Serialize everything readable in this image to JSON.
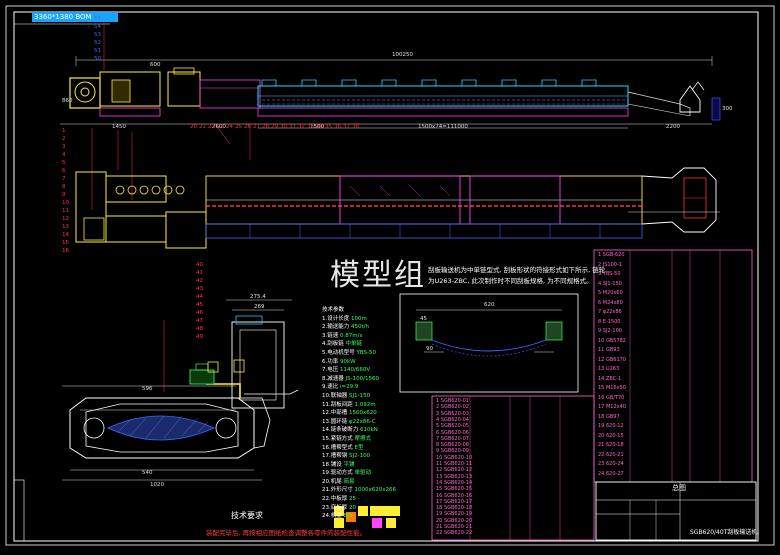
{
  "header": {
    "title": "3360*1380 BOM"
  },
  "watermark": "模型组",
  "notes": {
    "top_note": "刮板输送机为中单链型式, 刮板形状的符接形式如下所示, 链轮为U263-ZBC, 此次制作时不同刮板规格, 为不同规格式。"
  },
  "tech_requirements": {
    "title": "技术要求",
    "text": "装配完毕后, 再按相应图纸检查调整各零件的装配性能。"
  },
  "specs": {
    "title": "技术参数",
    "rows": [
      {
        "k": "1.设计长度",
        "v": "100m"
      },
      {
        "k": "2.输送能力",
        "v": "450t/h"
      },
      {
        "k": "3.链速",
        "v": "0.87m/s"
      },
      {
        "k": "4.刮板链",
        "v": "中单链"
      },
      {
        "k": "5.电动机型号",
        "v": "YBS-50"
      },
      {
        "k": "6.功率",
        "v": "90kW"
      },
      {
        "k": "7.电压",
        "v": "1140/660V"
      },
      {
        "k": "8.减速器",
        "v": "JS-100/1560"
      },
      {
        "k": "9.速比",
        "v": "i=29.9"
      },
      {
        "k": "10.联轴器",
        "v": "SJ1-150"
      },
      {
        "k": "11.刮板间距",
        "v": "1.092m"
      },
      {
        "k": "12.中部槽",
        "v": "1500x620"
      },
      {
        "k": "13.圆环链",
        "v": "φ22x86-C"
      },
      {
        "k": "14.链条破断力",
        "v": "610kN"
      },
      {
        "k": "15.紧链方式",
        "v": "摩擦式"
      },
      {
        "k": "16.槽帮型式",
        "v": "E型"
      },
      {
        "k": "17.槽帮钢",
        "v": "SJ2-100"
      },
      {
        "k": "18.铺设",
        "v": "平铺"
      },
      {
        "k": "19.驱动方式",
        "v": "单驱动"
      },
      {
        "k": "20.机尾",
        "v": "简易"
      },
      {
        "k": "21.外形尺寸",
        "v": "1000x620x266"
      },
      {
        "k": "22.中板厚",
        "v": "25"
      },
      {
        "k": "23.底板厚",
        "v": "20"
      },
      {
        "k": "24.机重",
        "v": "80t"
      }
    ]
  },
  "title_block": {
    "title": "总图",
    "drawing_no": "SGB620/40T刮板输送机"
  },
  "dimensions": {
    "overall_length": "100250",
    "head_len": "1450",
    "drive_len": "2600",
    "mid_len": "1500",
    "sections": "1500x74=111000",
    "tail_len": "2200",
    "section_w": "600",
    "height_left": "860",
    "height_right": "300",
    "cross_width": "1020",
    "cross_width2": "596",
    "cross_inner": "540",
    "cross_h": "275.4",
    "chain_pitch": "269",
    "slot_w": "45",
    "slot_gap": "90",
    "pan_w": "620"
  },
  "balloons_top": [
    "55",
    "54",
    "53",
    "52",
    "51",
    "50"
  ],
  "balloons_left": [
    "1",
    "2",
    "3",
    "4",
    "5",
    "6",
    "7",
    "8",
    "9",
    "10",
    "11",
    "12",
    "13",
    "14",
    "15",
    "16"
  ],
  "balloons_mid": [
    "20",
    "21",
    "22",
    "23",
    "24",
    "25",
    "26",
    "27",
    "28",
    "29",
    "30",
    "31",
    "32",
    "33",
    "34",
    "35",
    "36",
    "37",
    "38"
  ],
  "balloons_section": [
    "40",
    "41",
    "42",
    "43",
    "44",
    "45",
    "46",
    "47",
    "48",
    "49"
  ],
  "parts_list_right": [
    "SGB-620",
    "JS100-1",
    "YBS-50",
    "SJ1-150",
    "M20x60",
    "M24x80",
    "φ22x86",
    "E-1500",
    "SJ2-100",
    "GB5782",
    "GB93",
    "GB6170",
    "U263",
    "ZBC-1",
    "M16x50",
    "GB/T70",
    "M12x40",
    "GB97",
    "620-12",
    "620-15",
    "620-18",
    "620-21",
    "620-24",
    "620-27"
  ],
  "parts_list_left": [
    "SGB620-01",
    "SGB620-02",
    "SGB620-03",
    "SGB620-04",
    "SGB620-05",
    "SGB620-06",
    "SGB620-07",
    "SGB620-08",
    "SGB620-09",
    "SGB620-10",
    "SGB620-11",
    "SGB620-12",
    "SGB620-13",
    "SGB620-14",
    "SGB620-15",
    "SGB620-16",
    "SGB620-17",
    "SGB620-18",
    "SGB620-19",
    "SGB620-20",
    "SGB620-21",
    "SGB620-22"
  ],
  "colors": {
    "background": "#000000",
    "frame": "#ffffff",
    "drive": "#ffee33",
    "trough_cyan": "#22ddff",
    "magenta": "#ff44ff",
    "blue": "#4466ff",
    "red": "#ff3333",
    "green": "#33ff66",
    "table_pink": "#ff66cc"
  }
}
